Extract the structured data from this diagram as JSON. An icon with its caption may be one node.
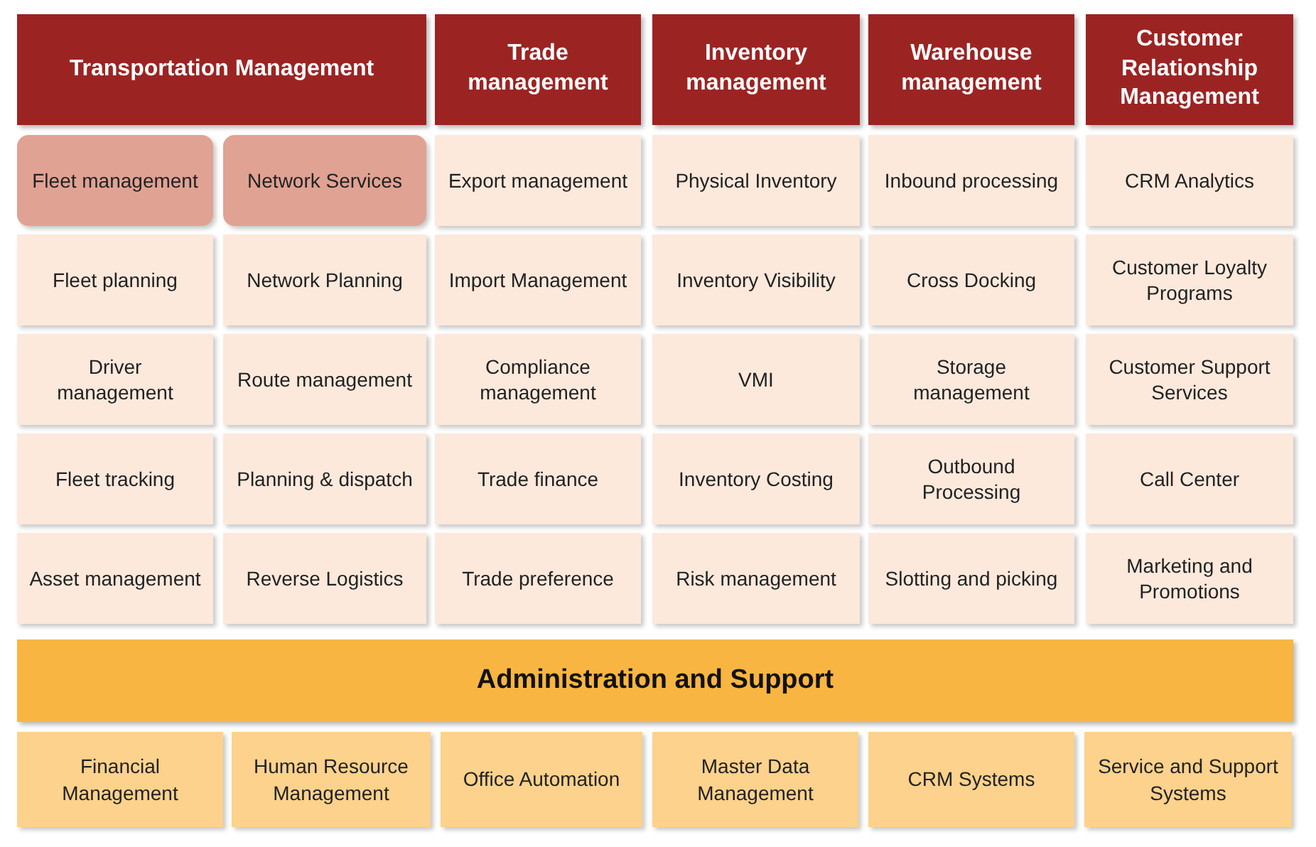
{
  "diagram": {
    "nodes": [
      {
        "text": [
          "Transportation Management"
        ]
      },
      {
        "text": [
          "Trade management"
        ]
      },
      {
        "text": [
          "Inventory management"
        ]
      },
      {
        "text": [
          "Warehouse management"
        ]
      },
      {
        "text": [
          "Customer Relationship Management"
        ]
      },
      {
        "text": [
          "Fleet management"
        ]
      },
      {
        "text": [
          "Network Services"
        ]
      },
      {
        "text": [
          "Export management"
        ]
      },
      {
        "text": [
          "Physical Inventory"
        ]
      },
      {
        "text": [
          "Inbound processing"
        ]
      },
      {
        "text": [
          "CRM Analytics"
        ]
      },
      {
        "text": [
          "Fleet planning"
        ]
      },
      {
        "text": [
          "Network Planning"
        ]
      },
      {
        "text": [
          "Import Management"
        ]
      },
      {
        "text": [
          "Inventory Visibility"
        ]
      },
      {
        "text": [
          "Cross Docking"
        ]
      },
      {
        "text": [
          "Customer Loyalty Programs"
        ]
      },
      {
        "text": [
          "Driver management"
        ]
      },
      {
        "text": [
          "Route management"
        ]
      },
      {
        "text": [
          "Compliance management"
        ]
      },
      {
        "text": [
          "VMI"
        ]
      },
      {
        "text": [
          "Storage management"
        ]
      },
      {
        "text": [
          "Customer Support Services"
        ]
      },
      {
        "text": [
          "Fleet tracking"
        ]
      },
      {
        "text": [
          "Planning & dispatch"
        ]
      },
      {
        "text": [
          "Trade finance"
        ]
      },
      {
        "text": [
          "Inventory Costing"
        ]
      },
      {
        "text": [
          "Outbound Processing"
        ]
      },
      {
        "text": [
          "Call Center"
        ]
      },
      {
        "text": [
          "Asset management"
        ]
      },
      {
        "text": [
          "Reverse Logistics"
        ]
      },
      {
        "text": [
          "Trade preference"
        ]
      },
      {
        "text": [
          "Risk management"
        ]
      },
      {
        "text": [
          "Slotting and picking"
        ]
      },
      {
        "text": [
          "Marketing and Promotions"
        ]
      },
      {
        "text": [
          "Administration and Support"
        ]
      },
      {
        "text": [
          "Financial Management"
        ]
      },
      {
        "text": [
          "Human Resource Management"
        ]
      },
      {
        "text": [
          "Office Automation"
        ]
      },
      {
        "text": [
          "Master Data Management"
        ]
      },
      {
        "text": [
          "CRM Systems"
        ]
      },
      {
        "text": [
          "Service and Support Systems"
        ]
      }
    ]
  }
}
